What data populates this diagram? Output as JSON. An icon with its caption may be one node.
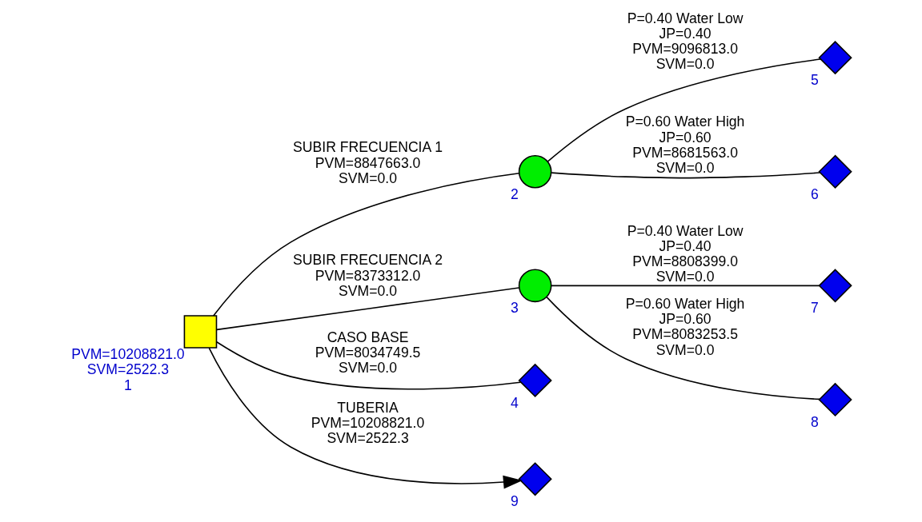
{
  "diagram": {
    "nodes": [
      {
        "text": [],
        "shape": "box",
        "beside": [
          "PVM=10208821.0",
          "SVM=2522.3",
          "1"
        ]
      },
      {
        "text": [],
        "shape": "circle",
        "beside": [
          "2"
        ]
      },
      {
        "text": [],
        "shape": "circle",
        "beside": [
          "3"
        ]
      },
      {
        "text": [],
        "shape": "diamond",
        "beside": [
          "4"
        ]
      },
      {
        "text": [],
        "shape": "diamond",
        "beside": [
          "5"
        ]
      },
      {
        "text": [],
        "shape": "diamond",
        "beside": [
          "6"
        ]
      },
      {
        "text": [],
        "shape": "diamond",
        "beside": [
          "7"
        ]
      },
      {
        "text": [],
        "shape": "diamond",
        "beside": [
          "8"
        ]
      },
      {
        "text": [],
        "shape": "diamond",
        "beside": [
          "9"
        ]
      }
    ],
    "edges": [
      {
        "from": 0,
        "to": 3,
        "arrow": "none",
        "label": "CASO BASE PVM=8034749.5 SVM=0.0"
      },
      {
        "from": 0,
        "to": 1,
        "arrow": "none",
        "label": "SUBIR FRECUENCIA 1 PVM=8847663.0 SVM=0.0"
      },
      {
        "from": 1,
        "to": 4,
        "arrow": "none",
        "label": "P=0.40 Water Low JP=0.40 PVM=9096813.0 SVM=0.0"
      },
      {
        "from": 1,
        "to": 5,
        "arrow": "none",
        "label": "P=0.60 Water High JP=0.60 PVM=8681563.0 SVM=0.0"
      },
      {
        "from": 0,
        "to": 2,
        "arrow": "none",
        "label": "SUBIR FRECUENCIA 2 PVM=8373312.0 SVM=0.0"
      },
      {
        "from": 2,
        "to": 6,
        "arrow": "none",
        "label": "P=0.40 Water Low JP=0.40 PVM=8808399.0 SVM=0.0"
      },
      {
        "from": 2,
        "to": 7,
        "arrow": "none",
        "label": "P=0.60 Water High JP=0.60 PVM=8083253.5 SVM=0.0"
      },
      {
        "from": 0,
        "to": 8,
        "arrow": "to",
        "label": "TUBERIA PVM=10208821.0 SVM=2522.3"
      }
    ]
  }
}
